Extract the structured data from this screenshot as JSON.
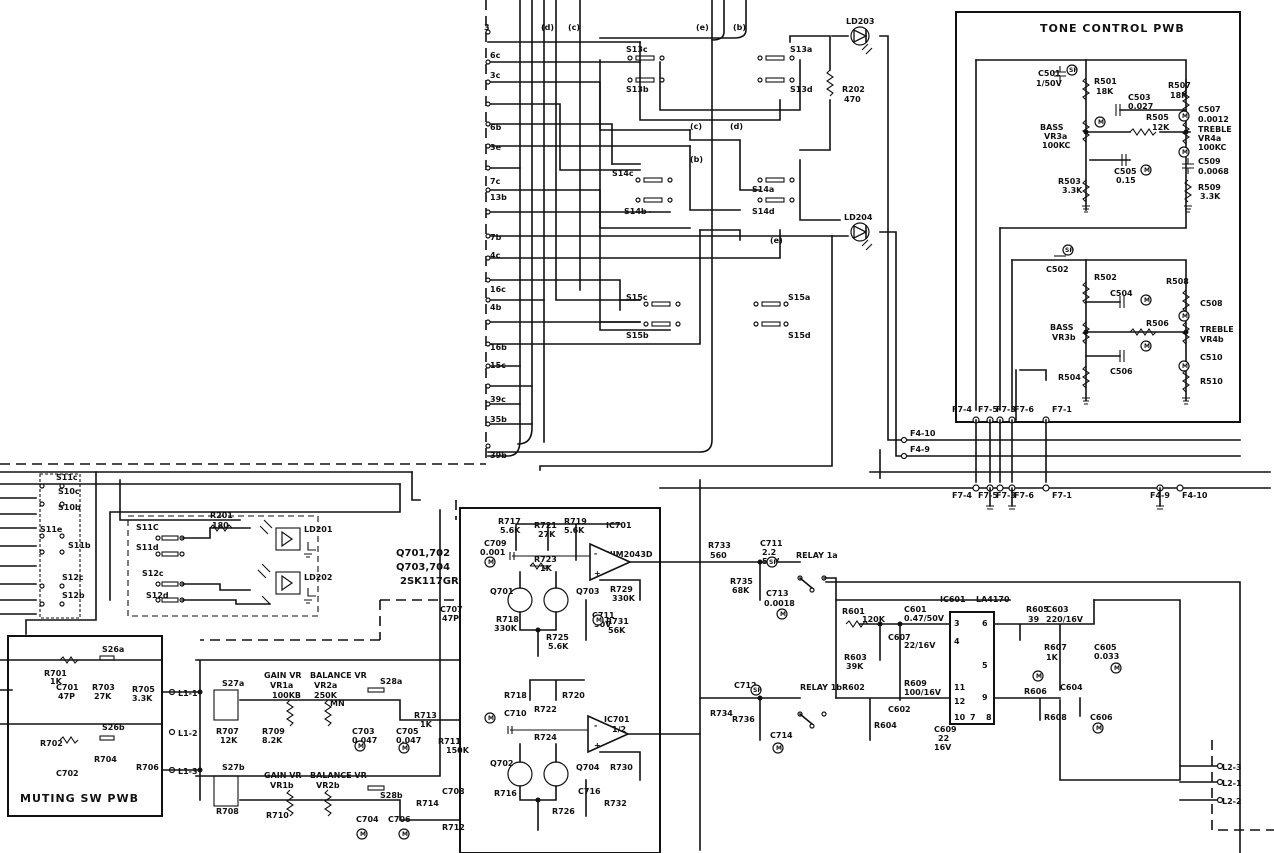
{
  "pwb_titles": {
    "tone_control": "TONE CONTROL PWB",
    "muting_sw": "MUTING SW PWB"
  },
  "bus_letters": [
    "(d)",
    "(c)",
    "(e)",
    "(b)"
  ],
  "left_terminals": [
    "3",
    "6c",
    "3c",
    "6b",
    "3e",
    "7c",
    "13b",
    "7b",
    "4c",
    "16c",
    "4b",
    "16b",
    "15c",
    "39c",
    "35b",
    "39b"
  ],
  "switches_top": [
    "S13c",
    "S13b",
    "S13a",
    "S13d",
    "S14c",
    "S14b",
    "S14a",
    "S14d",
    "S15c",
    "S15b",
    "S15a",
    "S15d"
  ],
  "bus_route_labels": [
    "(c)",
    "(d)",
    "(b)",
    "(e)"
  ],
  "leds": [
    "LD203",
    "LD204",
    "LD201",
    "LD202"
  ],
  "r202": [
    "R202",
    "470"
  ],
  "tone_upper": {
    "c501": [
      "C501",
      "1/50V"
    ],
    "r501": [
      "R501",
      "18K"
    ],
    "c503": [
      "C503",
      "0.027"
    ],
    "r505": [
      "R505",
      "12K"
    ],
    "r507": [
      "R507",
      "18K"
    ],
    "c507": [
      "C507",
      "0.0012"
    ],
    "treble": [
      "TREBLE",
      "VR4a",
      "100KC"
    ],
    "bass": [
      "BASS",
      "VR3a",
      "100KC"
    ],
    "c505": [
      "C505",
      "0.15"
    ],
    "r503": [
      "R503",
      "3.3K"
    ],
    "c509": [
      "C509",
      "0.0068"
    ],
    "r509": [
      "R509",
      "3.3K"
    ]
  },
  "tone_lower": {
    "c502": "C502",
    "r502": "R502",
    "c504": "C504",
    "r506": "R506",
    "r508": "R508",
    "c508": "C508",
    "treble": [
      "TREBLE",
      "VR4b"
    ],
    "bass": [
      "BASS",
      "VR3b"
    ],
    "c506": "C506",
    "r504": "R504",
    "c510": "C510",
    "r510": "R510"
  },
  "connectors": {
    "top_row": [
      "F7-4",
      "F7-5",
      "F7-3",
      "F7-6",
      "F7-1"
    ],
    "f4_10": "F4-10",
    "f4_9": "F4-9",
    "mid_row": [
      "F7-4",
      "F7-5",
      "F7-3",
      "F7-6",
      "F7-1",
      "F4-9",
      "F4-10"
    ],
    "l1": [
      "L1-1",
      "L1-2",
      "L1-3"
    ],
    "l2": [
      "L2-3",
      "L2-1",
      "L2-2"
    ]
  },
  "switches_left": [
    "S11c",
    "S10c",
    "S10b",
    "S11e",
    "S11b",
    "S12c",
    "S12b",
    "S11C",
    "S11d",
    "S12c",
    "S12d"
  ],
  "r201": [
    "R201",
    "180"
  ],
  "transistor_note": [
    "Q701,702",
    "Q703,704",
    "2SK117GR"
  ],
  "amp_upper": {
    "r717": [
      "R717",
      "5.6K"
    ],
    "r721": [
      "R721",
      "27K"
    ],
    "r719": [
      "R719",
      "5.6K"
    ],
    "ic701": [
      "IC701",
      "NJM2043D"
    ],
    "c709": [
      "C709",
      "0.001"
    ],
    "r723": [
      "R723",
      "1K"
    ],
    "q701": "Q701",
    "q703": "Q703",
    "c707": [
      "C707",
      "47P"
    ],
    "r718": [
      "R718",
      "330K"
    ],
    "r725": [
      "R725",
      "5.6K"
    ],
    "c711": [
      "C711",
      "50V"
    ],
    "r729": [
      "R729",
      "330K"
    ],
    "r731": [
      "R731",
      "56K"
    ]
  },
  "amp_lower": {
    "r718": "R718",
    "r720": "R720",
    "r722": "R722",
    "c710": "C710",
    "r724": "R724",
    "ic701b": [
      "IC701",
      "1/2"
    ],
    "q702": "Q702",
    "q704": "Q704",
    "r716": "R716",
    "c708": "C708",
    "r726": "R726",
    "r730": "R730",
    "c716": "C716",
    "r732": "R732"
  },
  "relay_section": {
    "r733": [
      "R733",
      "560"
    ],
    "c711": [
      "C711",
      "2.2",
      "50V"
    ],
    "relay_1a": "RELAY 1a",
    "r735": [
      "R735",
      "68K"
    ],
    "c713": [
      "C713",
      "0.0018"
    ],
    "relay_1b": "RELAY 1b",
    "c712": "C712",
    "r734": "R734",
    "r736": "R736",
    "c714": "C714"
  },
  "power_amp": {
    "ic601": [
      "IC601",
      "LA4170"
    ],
    "r601": "R601",
    "r601_val": "120K",
    "c601": [
      "C601",
      "0.47/50V"
    ],
    "c607": "C607",
    "c607_val": [
      "22/16V"
    ],
    "r603": [
      "R603",
      "39K"
    ],
    "r609": [
      "R609",
      "100/16V"
    ],
    "r602": "R602",
    "c602": "C602",
    "r604": "R604",
    "c609": [
      "C609",
      "22",
      "16V"
    ],
    "r605": [
      "R605",
      "39"
    ],
    "c603": [
      "C603",
      "220/16V"
    ],
    "r607": [
      "R607",
      "1K"
    ],
    "c605": [
      "C605",
      "0.033"
    ],
    "r606": "R606",
    "c604": "C604",
    "r608": "R608",
    "c606": "C606",
    "pins": [
      "3",
      "6",
      "4",
      "5",
      "11",
      "12",
      "9",
      "10",
      "7",
      "8"
    ]
  },
  "muting": {
    "s26a": "S26a",
    "s26b": "S26b",
    "r701": [
      "R701",
      "1K"
    ],
    "c701": [
      "C701",
      "47P"
    ],
    "r703": [
      "R703",
      "27K"
    ],
    "r705": [
      "R705",
      "3.3K"
    ],
    "r702": "R702",
    "c702": "C702",
    "r704": "R704",
    "r706": "R706"
  },
  "gain_balance": {
    "s27a": "S27a",
    "s27b": "S27b",
    "gain_vr_a": [
      "GAIN VR",
      "VR1a",
      "100KB"
    ],
    "balance_vr_a": [
      "BALANCE VR",
      "VR2a",
      "250K"
    ],
    "mn": "MN",
    "s28a": "S28a",
    "r707": [
      "R707",
      "12K"
    ],
    "r709": [
      "R709",
      "8.2K"
    ],
    "c703": [
      "C703",
      "0.047"
    ],
    "c705": [
      "C705",
      "0.047"
    ],
    "r713": [
      "R713",
      "1K"
    ],
    "r711": [
      "R711",
      "150K"
    ],
    "gain_vr_b": [
      "GAIN VR",
      "VR1b"
    ],
    "balance_vr_b": [
      "BALANCE VR",
      "VR2b"
    ],
    "s28b": "S28b",
    "r708": "R708",
    "r710": "R710",
    "c704": "C704",
    "c706": "C706",
    "r714": "R714",
    "r712": "R712"
  },
  "badges": {
    "m": "M",
    "sp": "SP"
  }
}
